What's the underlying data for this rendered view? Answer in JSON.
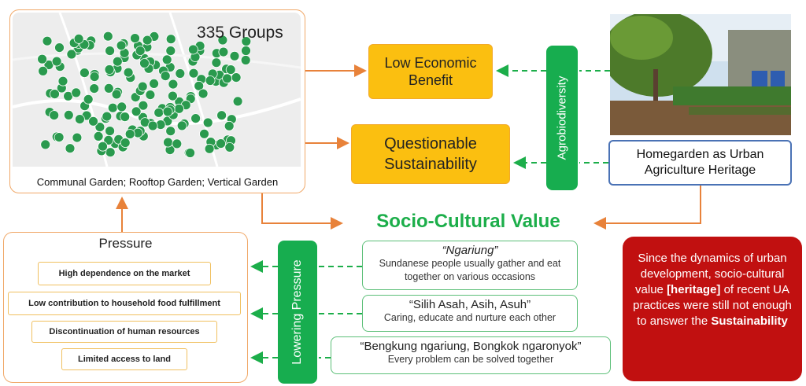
{
  "map": {
    "group_count": "335 Groups",
    "caption": "Communal Garden; Rooftop Garden; Vertical Garden"
  },
  "outcomes": {
    "low_economic_benefit": "Low Economic Benefit",
    "questionable_sustainability": "Questionable Sustainability"
  },
  "agrobiodiversity": "Agrobiodiversity",
  "homegarden": "Homegarden as Urban Agriculture Heritage",
  "socio_cultural_title": "Socio-Cultural Value",
  "pressure": {
    "title": "Pressure",
    "items": [
      "High dependence on the market",
      "Low contribution to household food fulfillment",
      "Discontinuation of human resources",
      "Limited access to land"
    ]
  },
  "lowering_pressure": "Lowering Pressure",
  "values": [
    {
      "title": "“Ngariung”",
      "desc": "Sundanese people usually gather and eat together on various occasions"
    },
    {
      "title": "“Silih Asah, Asih, Asuh”",
      "desc": "Caring, educate and nurture each other"
    },
    {
      "title": "“Bengkung ngariung, Bongkok ngaronyok”",
      "desc": "Every problem can be solved together"
    }
  ],
  "conclusion": {
    "part1": "Since the dynamics of urban development, socio-cultural value",
    "highlight": "[heritage]",
    "part2": "of recent UA practices were still not enough to answer the",
    "emphasis": "Sustainability"
  },
  "colors": {
    "orange_border": "#f0a868",
    "orange_fill": "#fbbf10",
    "green": "#17ad4f",
    "title_green": "#1cae4a",
    "red": "#c11010",
    "blue_border": "#4a72b5"
  }
}
